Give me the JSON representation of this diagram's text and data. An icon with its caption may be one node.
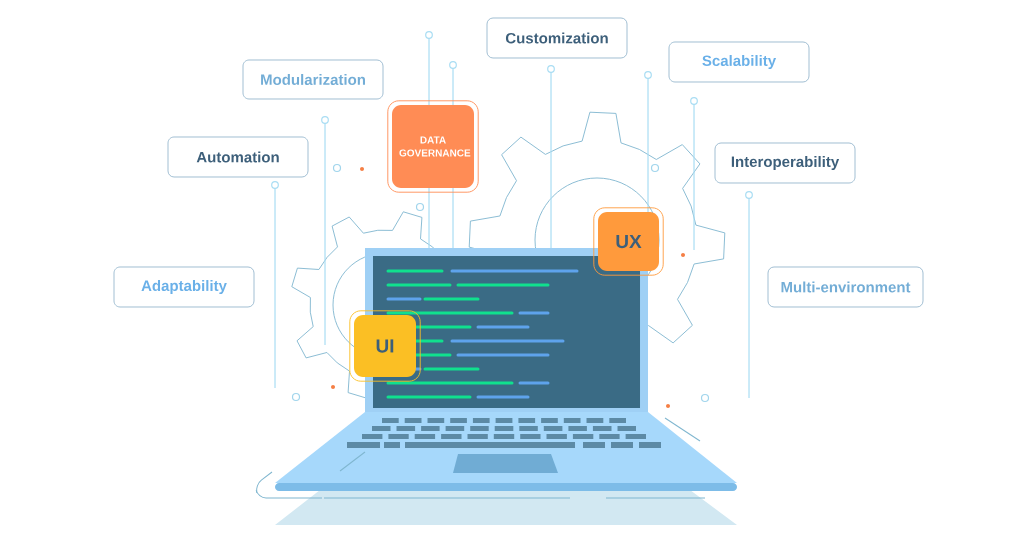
{
  "diagram": {
    "nodes": [
      {
        "text": [
          "Customization"
        ]
      },
      {
        "text": [
          "Modularization"
        ]
      },
      {
        "text": [
          "Scalability"
        ]
      },
      {
        "text": [
          "DATA GOVERNANCE"
        ]
      },
      {
        "text": [
          "Automation"
        ]
      },
      {
        "text": [
          "Interoperability"
        ]
      },
      {
        "text": [
          "UX"
        ]
      },
      {
        "text": [
          "Adaptability"
        ]
      },
      {
        "text": [
          "Multi-environment"
        ]
      },
      {
        "text": [
          "UI"
        ]
      }
    ]
  }
}
